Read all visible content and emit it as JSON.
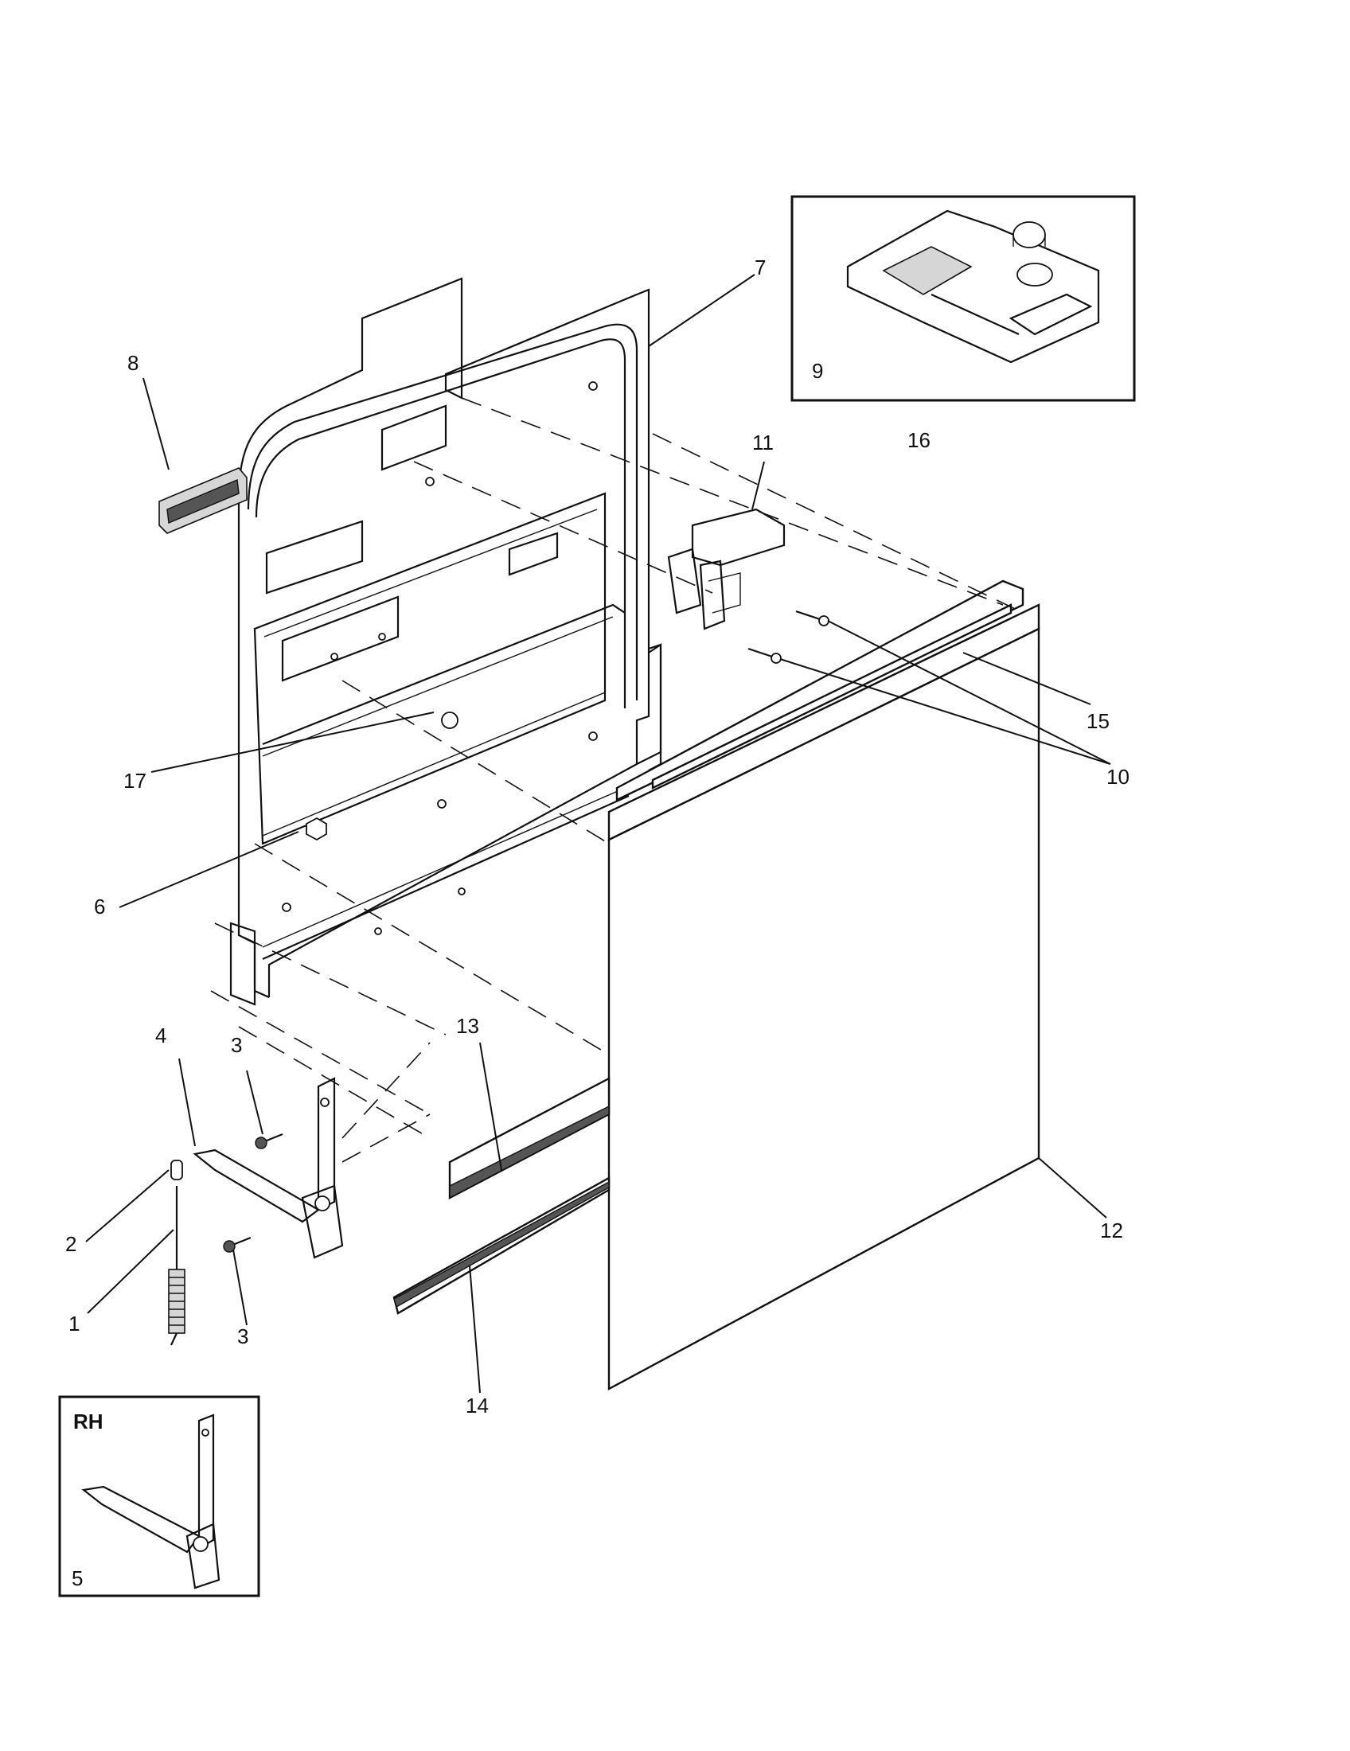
{
  "callouts": {
    "c1": "1",
    "c2": "2",
    "c3a": "3",
    "c3b": "3",
    "c4": "4",
    "c5": "5",
    "c6": "6",
    "c7": "7",
    "c8": "8",
    "c9": "9",
    "c10": "10",
    "c11": "11",
    "c12": "12",
    "c13": "13",
    "c14": "14",
    "c15": "15",
    "c16": "16",
    "c17": "17"
  },
  "inset_rh": {
    "tag": "RH"
  }
}
